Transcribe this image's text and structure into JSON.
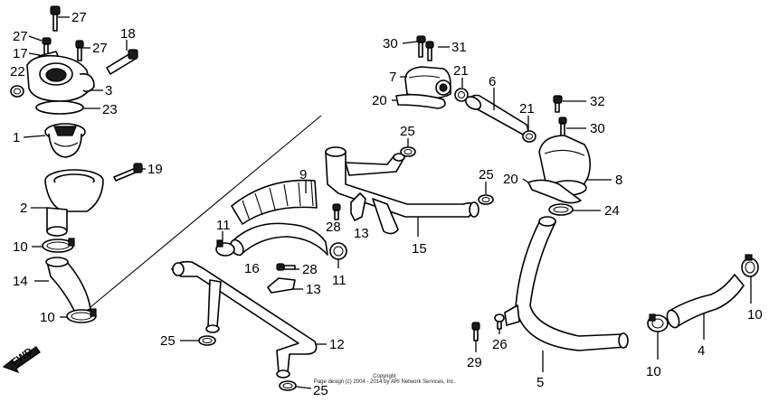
{
  "diagram": {
    "copyright_line1": "Copyright",
    "copyright_line2": "Page design (c) 2004 - 2014 by ARI Network Services, Inc.",
    "fwd_label": "FWD",
    "callouts": [
      {
        "id": "c27a",
        "text": "27"
      },
      {
        "id": "c27b",
        "text": "27"
      },
      {
        "id": "c17",
        "text": "17"
      },
      {
        "id": "c27c",
        "text": "27"
      },
      {
        "id": "c18",
        "text": "18"
      },
      {
        "id": "c22",
        "text": "22"
      },
      {
        "id": "c3",
        "text": "3"
      },
      {
        "id": "c23",
        "text": "23"
      },
      {
        "id": "c1",
        "text": "1"
      },
      {
        "id": "c19",
        "text": "19"
      },
      {
        "id": "c2",
        "text": "2"
      },
      {
        "id": "c10a",
        "text": "10"
      },
      {
        "id": "c14",
        "text": "14"
      },
      {
        "id": "c10b",
        "text": "10"
      },
      {
        "id": "c30a",
        "text": "30"
      },
      {
        "id": "c31",
        "text": "31"
      },
      {
        "id": "c7",
        "text": "7"
      },
      {
        "id": "c21a",
        "text": "21"
      },
      {
        "id": "c6",
        "text": "6"
      },
      {
        "id": "c20a",
        "text": "20"
      },
      {
        "id": "c21b",
        "text": "21"
      },
      {
        "id": "c32",
        "text": "32"
      },
      {
        "id": "c30b",
        "text": "30"
      },
      {
        "id": "c25a",
        "text": "25"
      },
      {
        "id": "c9",
        "text": "9"
      },
      {
        "id": "c25b",
        "text": "25"
      },
      {
        "id": "c20b",
        "text": "20"
      },
      {
        "id": "c8",
        "text": "8"
      },
      {
        "id": "c24",
        "text": "24"
      },
      {
        "id": "c28a",
        "text": "28"
      },
      {
        "id": "c13a",
        "text": "13"
      },
      {
        "id": "c11a",
        "text": "11"
      },
      {
        "id": "c15",
        "text": "15"
      },
      {
        "id": "c16",
        "text": "16"
      },
      {
        "id": "c28b",
        "text": "28"
      },
      {
        "id": "c11b",
        "text": "11"
      },
      {
        "id": "c13b",
        "text": "13"
      },
      {
        "id": "c25c",
        "text": "25"
      },
      {
        "id": "c12",
        "text": "12"
      },
      {
        "id": "c26",
        "text": "26"
      },
      {
        "id": "c29",
        "text": "29"
      },
      {
        "id": "c5",
        "text": "5"
      },
      {
        "id": "c10c",
        "text": "10"
      },
      {
        "id": "c4",
        "text": "4"
      },
      {
        "id": "c10d",
        "text": "10"
      },
      {
        "id": "c25d",
        "text": "25"
      }
    ]
  }
}
